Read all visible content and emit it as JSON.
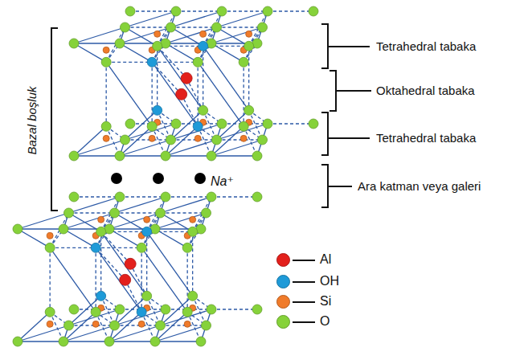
{
  "diagram": {
    "labels": [
      "Bazal boşluk",
      "Tetrahedral tabaka",
      "Oktahedral tabaka",
      "Tetrahedral tabaka",
      "Ara katman veya galeri",
      "Na⁺"
    ],
    "legend": [
      {
        "text": "Al",
        "color": "#e3201c"
      },
      {
        "text": "OH",
        "color": "#1e9ad8"
      },
      {
        "text": "Si",
        "color": "#f07b2a"
      },
      {
        "text": "O",
        "color": "#86d23a"
      }
    ]
  }
}
